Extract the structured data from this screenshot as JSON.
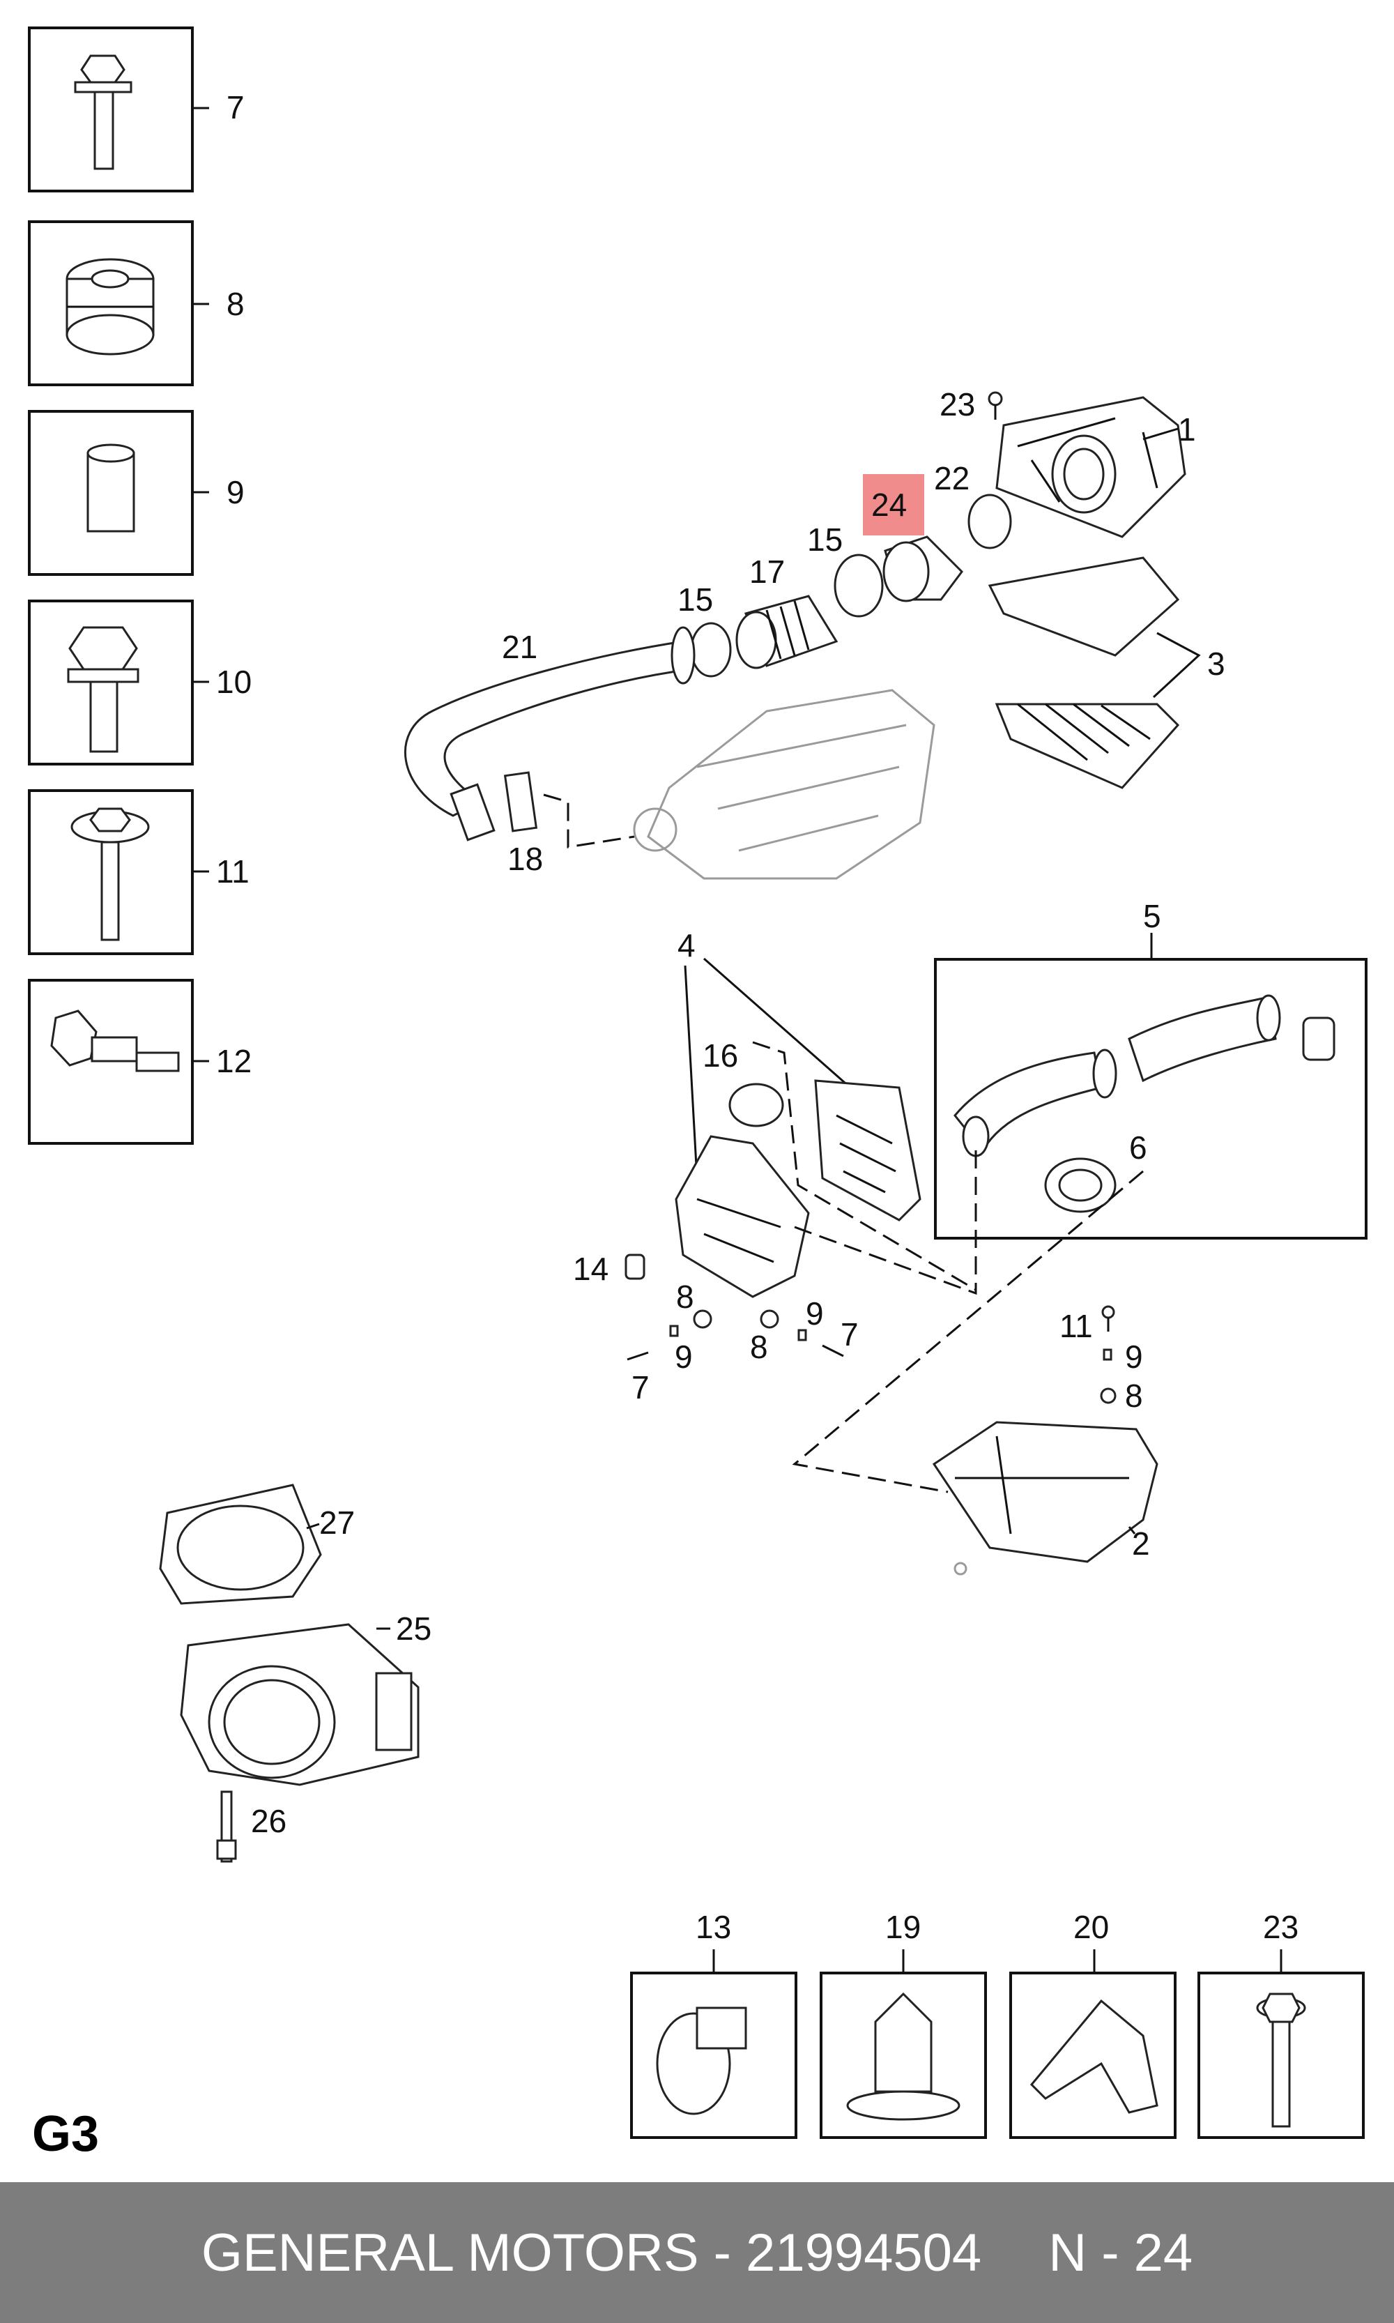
{
  "sheet_id": "G3",
  "footer": {
    "brand": "GENERAL MOTORS - 21994504",
    "page": "N - 24"
  },
  "highlight_color": "#f08c8c",
  "callouts": {
    "p1": "1",
    "p2": "2",
    "p3": "3",
    "p4": "4",
    "p5": "5",
    "p6": "6",
    "p7a": "7",
    "p7b": "7",
    "p8a": "8",
    "p8b": "8",
    "p8c": "8",
    "p9a": "9",
    "p9b": "9",
    "p11": "11",
    "p14": "14",
    "p15a": "15",
    "p15b": "15",
    "p16": "16",
    "p17": "17",
    "p18": "18",
    "p21": "21",
    "p22": "22",
    "p23": "23",
    "p24": "24",
    "p25": "25",
    "p26": "26",
    "p27": "27"
  },
  "left_legend": [
    "7",
    "8",
    "9",
    "10",
    "11",
    "12"
  ],
  "bottom_legend": [
    "13",
    "19",
    "20",
    "23"
  ]
}
